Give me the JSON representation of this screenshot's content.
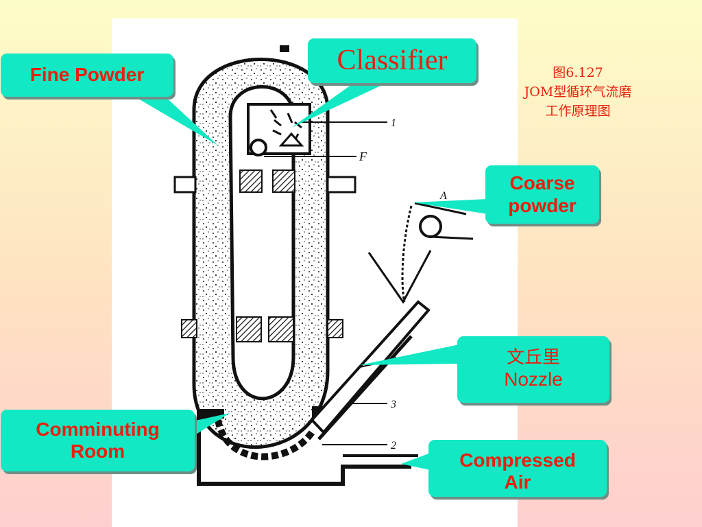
{
  "caption": {
    "line1": "图6.127",
    "line2": "JOM型循环气流磨",
    "line3": "工作原理图"
  },
  "callouts": {
    "fine_powder": "Fine Powder",
    "classifier": "Classifier",
    "coarse_powder_line1": "Coarse",
    "coarse_powder_line2": "powder",
    "nozzle_line1": "文丘里",
    "nozzle_line2": "Nozzle",
    "comminuting_line1": "Comminuting",
    "comminuting_line2": "Room",
    "compressed_line1": "Compressed",
    "compressed_line2": "Air"
  },
  "diagram_labels": {
    "label_1_top": "1",
    "label_f": "F",
    "label_a": "A",
    "label_1_nozzle": "1",
    "label_3": "3",
    "label_2": "2"
  },
  "colors": {
    "callout_fill": "#12e8c4",
    "callout_text": "#e8200c",
    "background_top": "#fdfdc8",
    "background_bottom": "#ffcfcf"
  }
}
